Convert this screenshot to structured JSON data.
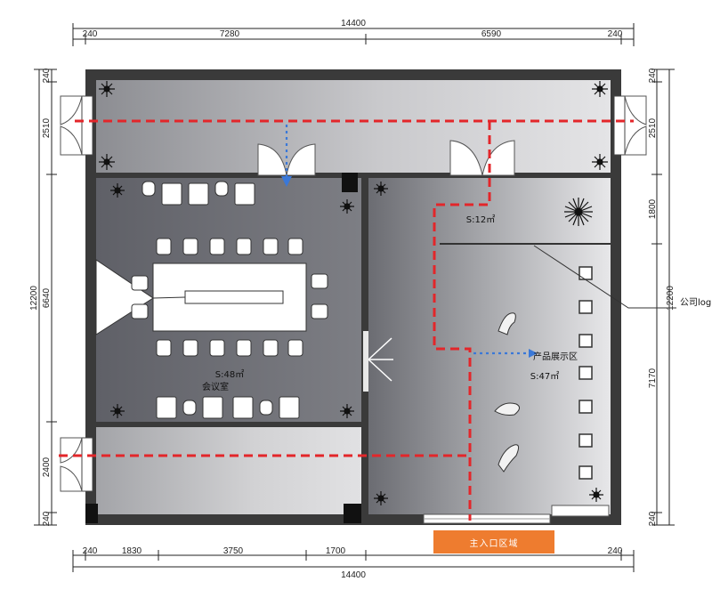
{
  "dimensions": {
    "top_total": "14400",
    "top_segments": [
      "240",
      "7280",
      "6590",
      "240"
    ],
    "bottom_total": "14400",
    "bottom_segments": [
      "240",
      "1830",
      "3750",
      "1700",
      "240"
    ],
    "left_segments": [
      "240",
      "2510",
      "6640",
      "2400",
      "240"
    ],
    "left_total": "12200",
    "right_segments": [
      "240",
      "2510",
      "1800",
      "7170",
      "240"
    ],
    "right_total": "12200"
  },
  "rooms": {
    "meeting_area": "S:48㎡",
    "meeting_name": "会议室",
    "small_area": "S:12㎡",
    "display_name": "产品展示区",
    "display_area": "S:47㎡"
  },
  "callout": "公司log",
  "entrance": "主入口区域",
  "colors": {
    "wall": "#3a3a3a",
    "floor_dark": "#6e6f76",
    "floor_light": "#d6d6d8",
    "route_red": "#e3262a",
    "route_blue": "#3a78d8",
    "entrance_orange": "#ee7c2f"
  }
}
